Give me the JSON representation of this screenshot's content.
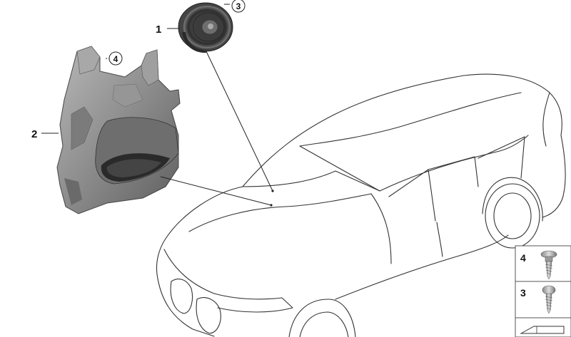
{
  "callouts": {
    "part_1": "1",
    "part_2": "2",
    "part_3": "3",
    "part_4": "4"
  },
  "legend": {
    "item_4": "4",
    "item_3": "3"
  }
}
